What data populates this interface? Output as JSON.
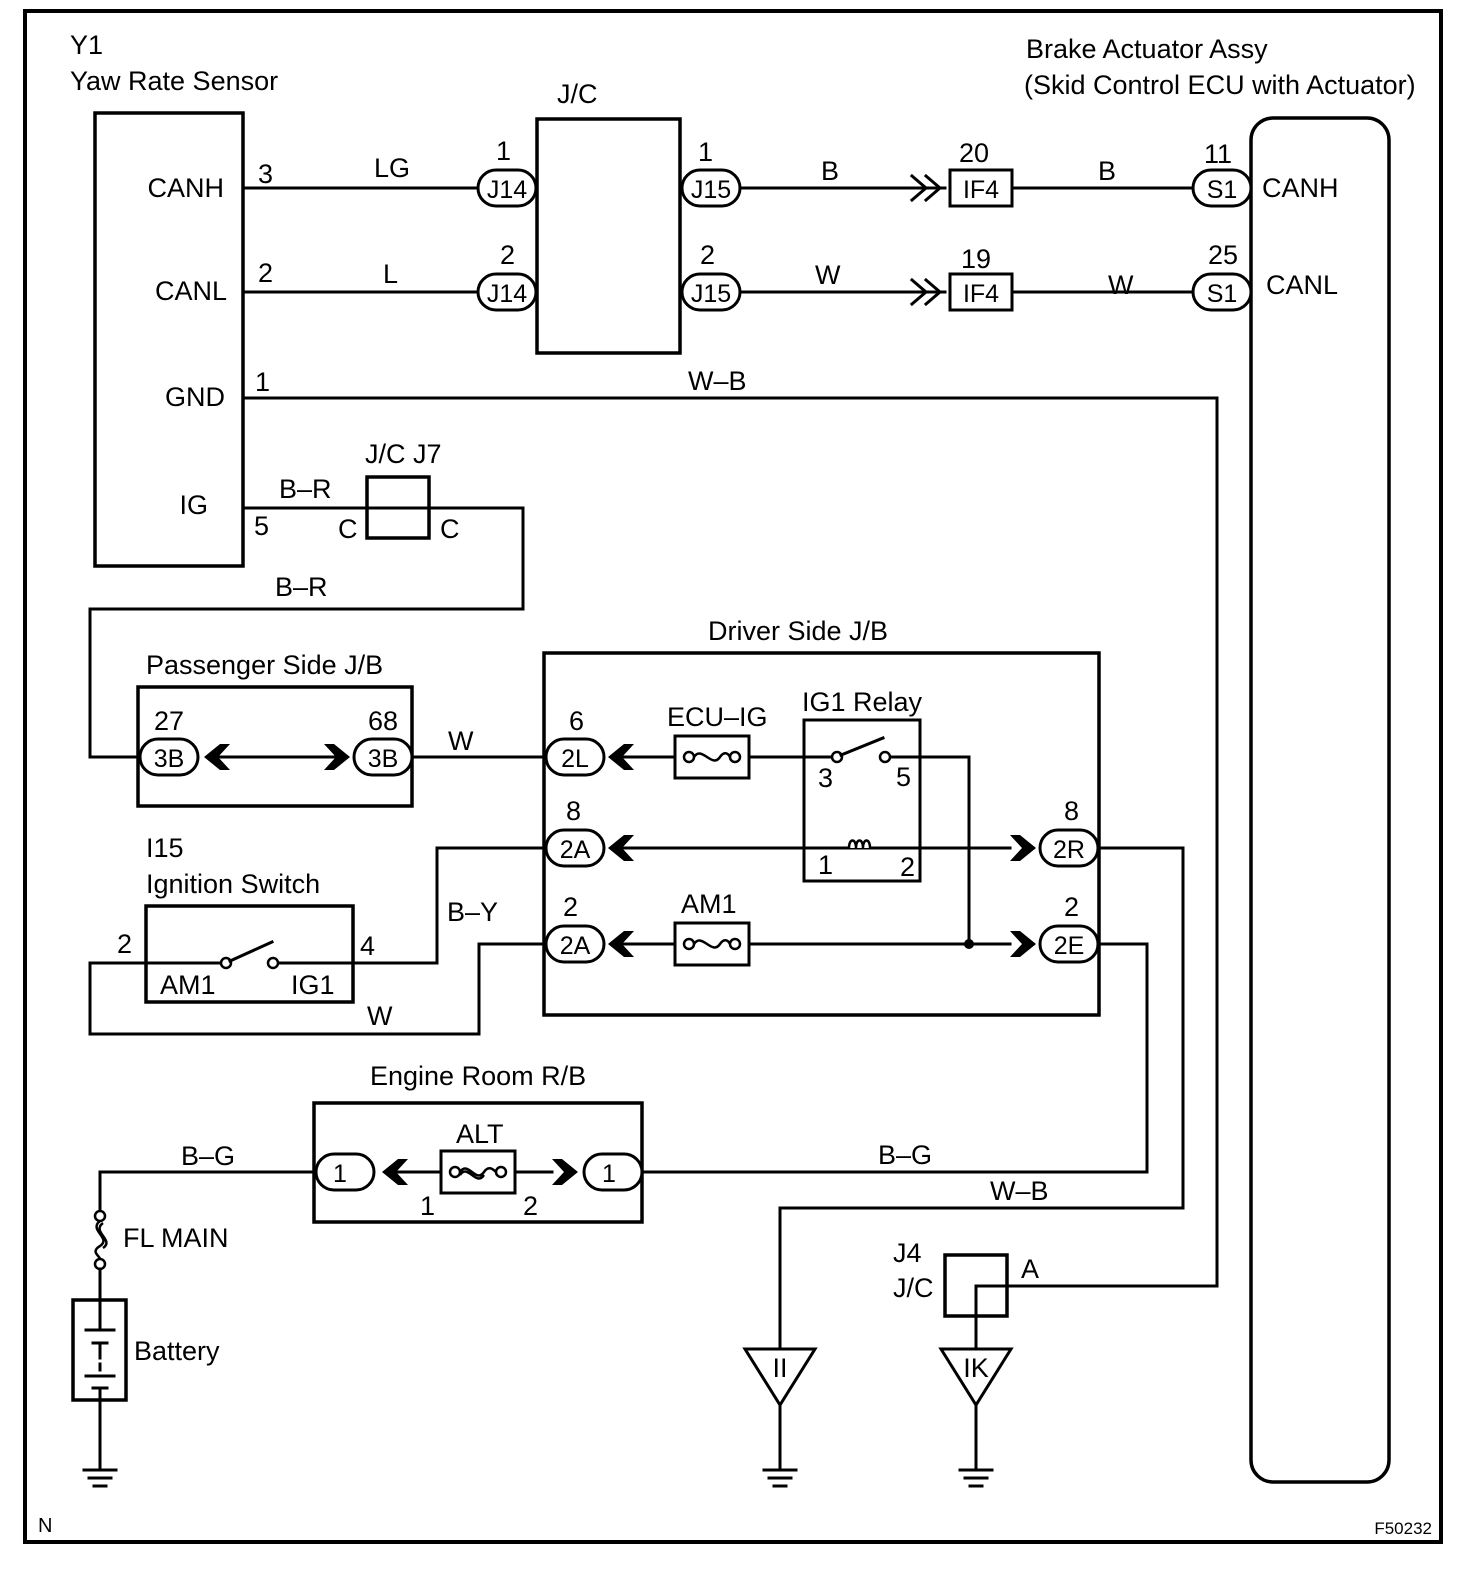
{
  "diagram_code": "F50232",
  "corner_mark": "N",
  "components": {
    "yaw_sensor": {
      "id": "Y1",
      "name": "Yaw Rate Sensor",
      "pins": {
        "canh": "CANH",
        "canl": "CANL",
        "gnd": "GND",
        "ig": "IG"
      },
      "pin_numbers": {
        "canh": "3",
        "canl": "2",
        "gnd": "1",
        "ig": "5"
      }
    },
    "jc_main": {
      "name": "J/C",
      "left_connector": "J14",
      "right_connector": "J15",
      "pin_top": "1",
      "pin_bottom": "2"
    },
    "brake_actuator": {
      "name_line1": "Brake Actuator Assy",
      "name_line2": "(Skid Control ECU with Actuator)",
      "connector": "S1",
      "pin_canh": "11",
      "pin_canl": "25",
      "label_canh": "CANH",
      "label_canl": "CANL"
    },
    "if4": {
      "label": "IF4",
      "pin_top": "20",
      "pin_bottom": "19"
    },
    "jc_j7": {
      "name": "J/C J7",
      "left": "C",
      "right": "C"
    },
    "passenger_jb": {
      "name": "Passenger Side J/B",
      "connector": "3B",
      "pin_left": "27",
      "pin_right": "68"
    },
    "driver_jb": {
      "name": "Driver Side J/B",
      "c_2l": "2L",
      "c_2a": "2A",
      "c_2r": "2R",
      "c_2e": "2E",
      "pin_2l": "6",
      "pin_2a_top": "8",
      "pin_2a_bottom": "2",
      "pin_2r": "8",
      "pin_2e": "2",
      "fuse_ecu_ig": "ECU–IG",
      "fuse_am1": "AM1",
      "relay": "IG1 Relay",
      "relay_pins": {
        "p3": "3",
        "p5": "5",
        "p1": "1",
        "p2": "2"
      }
    },
    "ignition_switch": {
      "id": "I15",
      "name": "Ignition Switch",
      "am1": "AM1",
      "ig1": "IG1",
      "pin_left": "2",
      "pin_right": "4"
    },
    "engine_rb": {
      "name": "Engine Room R/B",
      "fuse": "ALT",
      "connector": "1",
      "fuse_pin_left": "1",
      "fuse_pin_right": "2"
    },
    "fl_main": "FL MAIN",
    "battery": "Battery",
    "j4": {
      "id": "J4",
      "name": "J/C",
      "pin": "A"
    },
    "grounds": {
      "ii": "II",
      "ik": "IK"
    }
  },
  "wires": {
    "canh_left": "LG",
    "canl_left": "L",
    "canh_right": "B",
    "canl_right": "W",
    "canh_far": "B",
    "canl_far": "W",
    "gnd": "W–B",
    "ig_top": "B–R",
    "ig_loop": "B–R",
    "pass_to_driver": "W",
    "ign_to_2a": "B–Y",
    "ign_loop": "W",
    "bg_left": "B–G",
    "bg_right": "B–G",
    "wb_ground": "W–B"
  }
}
